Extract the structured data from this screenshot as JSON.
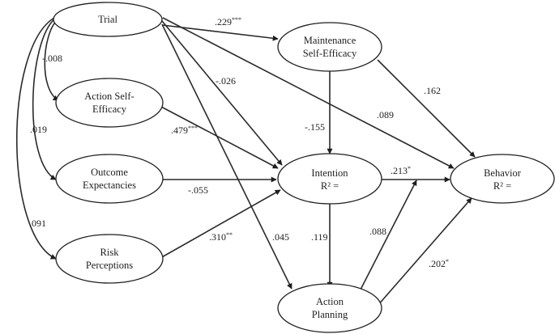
{
  "nodes": {
    "trial": {
      "lines": [
        "Trial"
      ]
    },
    "maintenance": {
      "lines": [
        "Maintenance",
        "Self-Efficacy"
      ]
    },
    "action_se": {
      "lines": [
        "Action Self-",
        "Efficacy"
      ]
    },
    "outcome": {
      "lines": [
        "Outcome",
        "Expectancies"
      ]
    },
    "intention": {
      "lines": [
        "Intention",
        "R² ="
      ]
    },
    "behavior": {
      "lines": [
        "Behavior",
        "R² ="
      ]
    },
    "risk": {
      "lines": [
        "Risk",
        "Perceptions"
      ]
    },
    "planning": {
      "lines": [
        "Action",
        "Planning"
      ]
    }
  },
  "edges": {
    "trial_maintenance": {
      "value": ".229",
      "stars": "***"
    },
    "trial_action_se": {
      "value": "-.008",
      "stars": ""
    },
    "trial_outcome": {
      "value": ".019",
      "stars": ""
    },
    "trial_risk": {
      "value": ".091",
      "stars": ""
    },
    "trial_intention": {
      "value": "-.026",
      "stars": ""
    },
    "trial_behavior": {
      "value": ".089",
      "stars": ""
    },
    "trial_planning": {
      "value": ".045",
      "stars": ""
    },
    "maintenance_intention": {
      "value": "-.155",
      "stars": ""
    },
    "maintenance_behavior": {
      "value": ".162",
      "stars": ""
    },
    "action_se_intention": {
      "value": ".479",
      "stars": "***"
    },
    "outcome_intention": {
      "value": "-.055",
      "stars": ""
    },
    "risk_intention": {
      "value": ".310",
      "stars": "**"
    },
    "intention_behavior": {
      "value": ".213",
      "stars": "*"
    },
    "intention_planning": {
      "value": ".119",
      "stars": ""
    },
    "planning_intention_behavior": {
      "value": ".088",
      "stars": ""
    },
    "planning_behavior": {
      "value": ".202",
      "stars": "*"
    }
  },
  "colors": {
    "stroke": "#1e1e1e"
  }
}
